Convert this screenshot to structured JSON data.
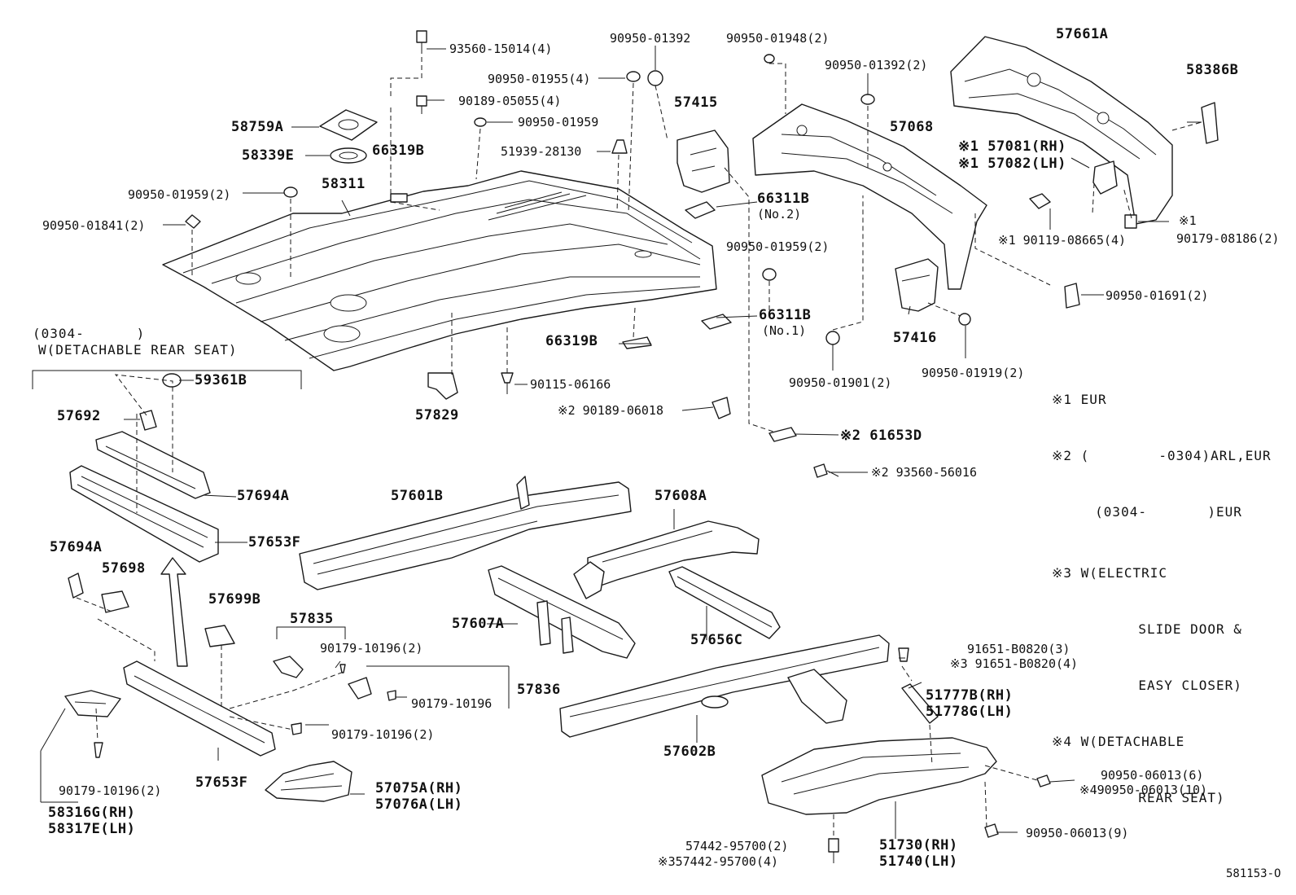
{
  "labels": {
    "l_93560_15014": "93560-15014(4)",
    "l_90950_01392": "90950-01392",
    "l_90950_01948": "90950-01948(2)",
    "l_57661A": "57661A",
    "l_58386B": "58386B",
    "l_90950_01392_2": "90950-01392(2)",
    "l_90950_01955": "90950-01955(4)",
    "l_90189_05055": "90189-05055(4)",
    "l_57415": "57415",
    "l_57068": "57068",
    "l_58759A": "58759A",
    "l_90950_01959": "90950-01959",
    "l_58339E": "58339E",
    "l_66319B_top": "66319B",
    "l_51939_28130": "51939-28130",
    "l_57081": "※1 57081(RH)",
    "l_57082": "※1 57082(LH)",
    "l_58311": "58311",
    "l_90950_01959_2a": "90950-01959(2)",
    "l_66311B_no2": "66311B",
    "l_no2": "(No.2)",
    "l_90950_01841": "90950-01841(2)",
    "l_x1_top": "※1",
    "l_90119_08665": "※1 90119-08665(4)",
    "l_90179_08186": "90179-08186(2)",
    "l_90950_01959_2b": "90950-01959(2)",
    "l_90950_01691": "90950-01691(2)",
    "l_66311B_no1": "66311B",
    "l_no1": "(No.1)",
    "l_range_0304": "(0304-      )",
    "l_w_detachable": "W(DETACHABLE REAR SEAT)",
    "l_66319B_bot": "66319B",
    "l_57416": "57416",
    "l_59361B": "59361B",
    "l_90115_06166": "90115-06166",
    "l_90950_01901": "90950-01901(2)",
    "l_90950_01919": "90950-01919(2)",
    "l_57692": "57692",
    "l_57829": "57829",
    "l_90189_06018": "※2 90189-06018",
    "l_61653D": "※2 61653D",
    "l_93560_56016": "※2 93560-56016",
    "l_57694A_top": "57694A",
    "l_57601B": "57601B",
    "l_57608A": "57608A",
    "l_57653F_top": "57653F",
    "l_57694A_bot": "57694A",
    "l_57698": "57698",
    "l_57607A": "57607A",
    "l_57699B": "57699B",
    "l_57835": "57835",
    "l_90179_10196_a": "90179-10196(2)",
    "l_57656C": "57656C",
    "l_91651_3": "91651-B0820(3)",
    "l_91651_4": "※3 91651-B0820(4)",
    "l_57836": "57836",
    "l_90179_10196_b": "90179-10196",
    "l_51777B": "51777B(RH)",
    "l_51778G": "51778G(LH)",
    "l_90179_10196_c": "90179-10196(2)",
    "l_57602B": "57602B",
    "l_57653F_bot": "57653F",
    "l_90179_10196_d": "90179-10196(2)",
    "l_57075A": "57075A(RH)",
    "l_57076A": "57076A(LH)",
    "l_58316G": "58316G(RH)",
    "l_58317E": "58317E(LH)",
    "l_90950_06013_6": "90950-06013(6)",
    "l_490950_06013": "※490950-06013(10)",
    "l_90950_06013_9": "90950-06013(9)",
    "l_57442_2": "57442-95700(2)",
    "l_57442_4": "※357442-95700(4)",
    "l_51730": "51730(RH)",
    "l_51740": "51740(LH)",
    "l_figure_id": "581153-O"
  },
  "notes": [
    "※1 EUR",
    "※2 (        -0304)ARL,EUR",
    "     (0304-       )EUR",
    "※3 W(ELECTRIC",
    "          SLIDE DOOR &",
    "          EASY CLOSER)",
    "※4 W(DETACHABLE",
    "          REAR SEAT)"
  ]
}
